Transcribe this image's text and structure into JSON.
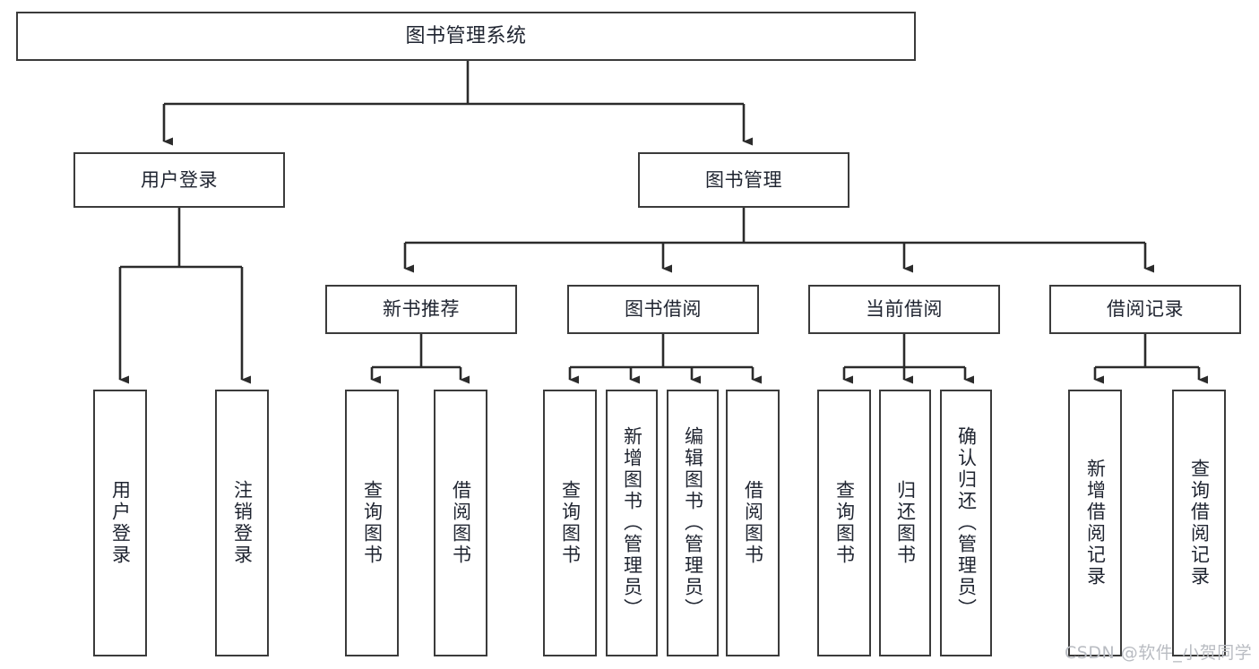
{
  "diagram": {
    "title": "图书管理系统",
    "type": "tree-hierarchy-diagram",
    "colors": {
      "box_border": "#3b3b3b",
      "box_fill": "#ffffff",
      "connector": "#2b2b2b",
      "text": "#1f2430",
      "watermark": "#b9bcc2",
      "page_background": "#ffffff"
    },
    "levels": [
      {
        "level": 1,
        "nodes": [
          {
            "id": "root",
            "label": "图书管理系统",
            "orientation": "horizontal"
          }
        ]
      },
      {
        "level": 2,
        "nodes": [
          {
            "id": "user-login",
            "label": "用户登录",
            "orientation": "horizontal",
            "parent": "root"
          },
          {
            "id": "book-management",
            "label": "图书管理",
            "orientation": "horizontal",
            "parent": "root"
          }
        ]
      },
      {
        "level": 3,
        "nodes": [
          {
            "id": "new-book-recommend",
            "label": "新书推荐",
            "orientation": "horizontal",
            "parent": "book-management"
          },
          {
            "id": "book-borrow",
            "label": "图书借阅",
            "orientation": "horizontal",
            "parent": "book-management"
          },
          {
            "id": "current-borrow",
            "label": "当前借阅",
            "orientation": "horizontal",
            "parent": "book-management"
          },
          {
            "id": "borrow-record",
            "label": "借阅记录",
            "orientation": "horizontal",
            "parent": "book-management"
          }
        ]
      },
      {
        "level": 4,
        "nodes": [
          {
            "id": "leaf-user-login",
            "label": "用户登录",
            "orientation": "vertical",
            "parent": "user-login"
          },
          {
            "id": "leaf-logout-login",
            "label": "注销登录",
            "orientation": "vertical",
            "parent": "user-login"
          },
          {
            "id": "leaf-query-book-1",
            "label": "查询图书",
            "orientation": "vertical",
            "parent": "new-book-recommend"
          },
          {
            "id": "leaf-borrow-book-1",
            "label": "借阅图书",
            "orientation": "vertical",
            "parent": "new-book-recommend"
          },
          {
            "id": "leaf-query-book-2",
            "label": "查询图书",
            "orientation": "vertical",
            "parent": "book-borrow"
          },
          {
            "id": "leaf-add-book",
            "label": "新增图书（管理员）",
            "orientation": "vertical",
            "parent": "book-borrow"
          },
          {
            "id": "leaf-edit-book",
            "label": "编辑图书（管理员）",
            "orientation": "vertical",
            "parent": "book-borrow"
          },
          {
            "id": "leaf-borrow-book-2",
            "label": "借阅图书",
            "orientation": "vertical",
            "parent": "book-borrow"
          },
          {
            "id": "leaf-query-book-3",
            "label": "查询图书",
            "orientation": "vertical",
            "parent": "current-borrow"
          },
          {
            "id": "leaf-return-book",
            "label": "归还图书",
            "orientation": "vertical",
            "parent": "current-borrow"
          },
          {
            "id": "leaf-confirm-return",
            "label": "确认归还（管理员）",
            "orientation": "vertical",
            "parent": "current-borrow"
          },
          {
            "id": "leaf-add-record",
            "label": "新增借阅记录",
            "orientation": "vertical",
            "parent": "borrow-record"
          },
          {
            "id": "leaf-query-record",
            "label": "查询借阅记录",
            "orientation": "vertical",
            "parent": "borrow-record"
          }
        ]
      }
    ]
  },
  "watermark": {
    "text": "CSDN @软件_小贺同学"
  }
}
